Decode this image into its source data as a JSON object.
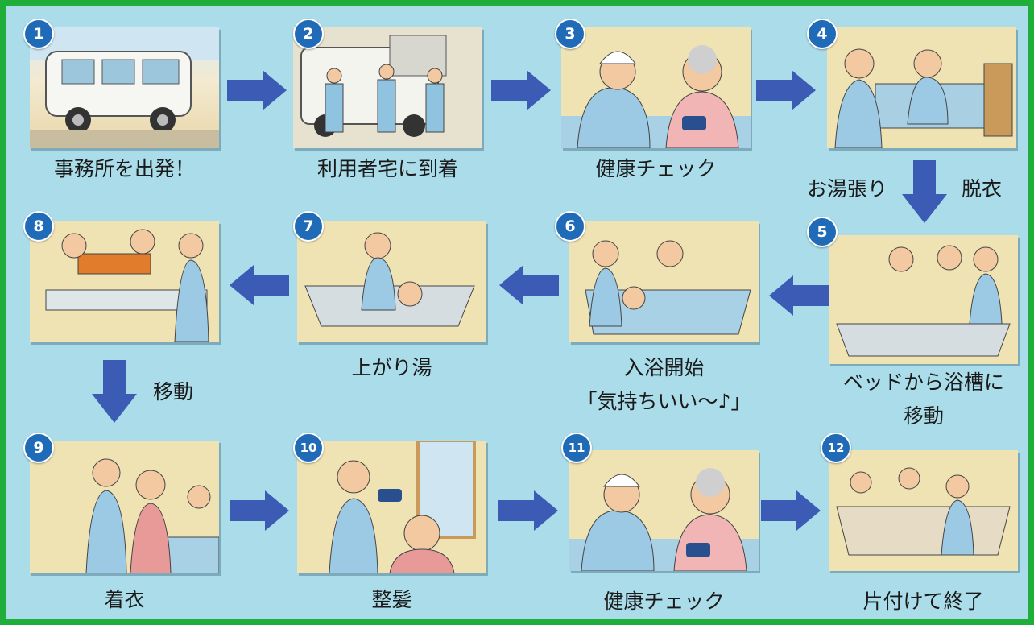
{
  "steps": [
    {
      "number": "1",
      "label": "事務所を出発！"
    },
    {
      "number": "2",
      "label": "利用者宅に到着"
    },
    {
      "number": "3",
      "label": "健康チェック"
    },
    {
      "number": "4",
      "label": ""
    },
    {
      "number": "5",
      "label_line1": "ベッドから浴槽に",
      "label_line2": "移動"
    },
    {
      "number": "6",
      "label_line1": "入浴開始",
      "label_line2": "「気持ちいい〜♪」"
    },
    {
      "number": "7",
      "label": "上がり湯"
    },
    {
      "number": "8",
      "label": ""
    },
    {
      "number": "9",
      "label": "着衣"
    },
    {
      "number": "10",
      "label": "整髪"
    },
    {
      "number": "11",
      "label": "健康チェック"
    },
    {
      "number": "12",
      "label": "片付けて終了"
    }
  ],
  "connectors": {
    "step4_to_5_left": "お湯張り",
    "step4_to_5_right": "脱衣",
    "step8_to_9": "移動"
  },
  "colors": {
    "background": "#aadcea",
    "border": "#1fae3a",
    "arrow": "#3b5bb5",
    "badge": "#1f6bb8"
  }
}
